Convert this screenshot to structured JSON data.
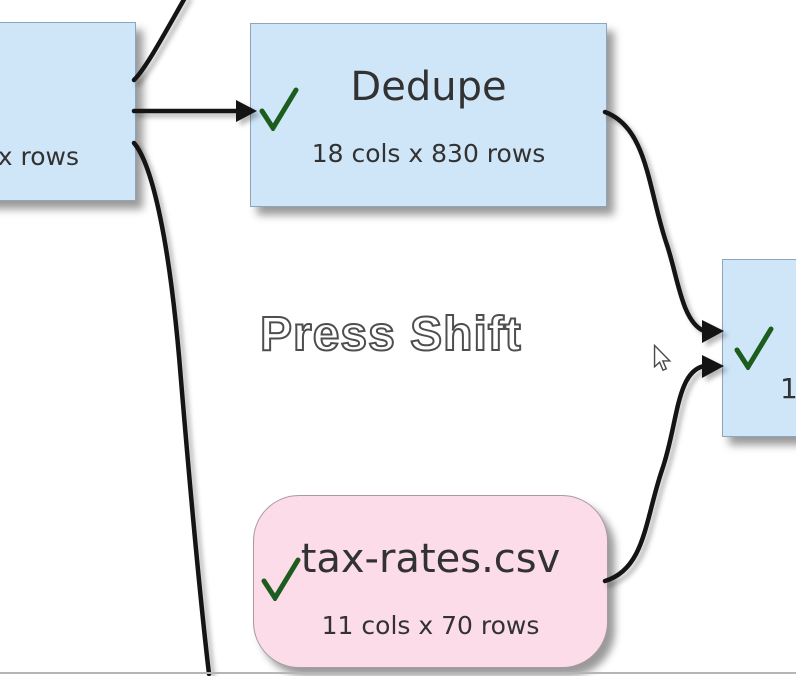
{
  "colors": {
    "canvas_bg": "#ffffff",
    "node_blue_fill": "#cfe5f8",
    "node_blue_border": "#8fa5ba",
    "node_pink_fill": "#fbdce8",
    "node_pink_border": "#a89aa0",
    "check_green": "#1c5c1e",
    "wire_black": "#141414",
    "text_dark": "#323232",
    "hint_outline": "#4e4e4e",
    "bottom_divider": "#b5b5b5"
  },
  "hint": {
    "label": "Press Shift"
  },
  "nodes": {
    "left_partial": {
      "subtext_fragment": "x rows"
    },
    "dedupe": {
      "title": "Dedupe",
      "subtext": "18 cols x 830 rows"
    },
    "tax_rates": {
      "title": "tax-rates.csv",
      "subtext": "11 cols x 70 rows"
    },
    "right_partial": {
      "subtext_fragment": "1"
    }
  }
}
